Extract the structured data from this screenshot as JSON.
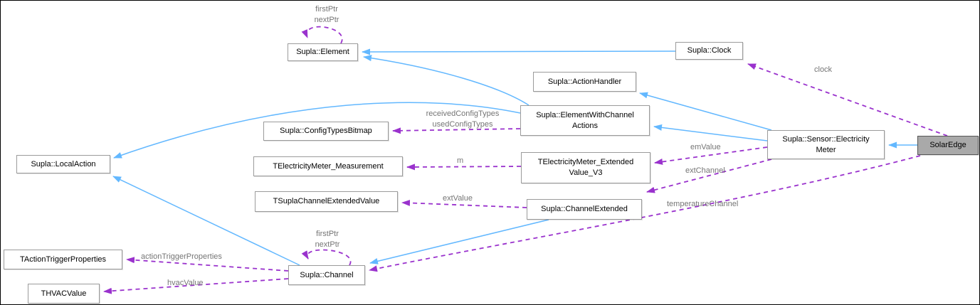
{
  "diagram_type": "collaboration-graph",
  "colors": {
    "canvas_bg": "#ffffff",
    "frame": "#000000",
    "node_bg": "#ffffff",
    "node_border": "#9b9b9b",
    "node_text": "#000000",
    "highlight_bg": "#a9a9a9",
    "highlight_border": "#565656",
    "inheritance_line": "#63b8ff",
    "usage_line": "#9a32cd",
    "edge_label": "#757575"
  },
  "nodes": {
    "element": {
      "label": "Supla::Element"
    },
    "clock": {
      "label": "Supla::Clock"
    },
    "action_handler": {
      "label": "Supla::ActionHandler"
    },
    "ewca": {
      "label": "Supla::ElementWithChannel\nActions"
    },
    "config_types_bitmap": {
      "label": "Supla::ConfigTypesBitmap"
    },
    "local_action": {
      "label": "Supla::LocalAction"
    },
    "em_measurement": {
      "label": "TElectricityMeter_Measurement"
    },
    "em_extended_v3": {
      "label": "TElectricityMeter_Extended\nValue_V3"
    },
    "t_supla_channel_extended_value": {
      "label": "TSuplaChannelExtendedValue"
    },
    "channel_extended": {
      "label": "Supla::ChannelExtended"
    },
    "electricity_meter": {
      "label": "Supla::Sensor::Electricity\nMeter"
    },
    "solar_edge": {
      "label": "SolarEdge"
    },
    "t_action_trigger_properties": {
      "label": "TActionTriggerProperties"
    },
    "thvac_value": {
      "label": "THVACValue"
    },
    "channel": {
      "label": "Supla::Channel"
    }
  },
  "edge_labels": {
    "element_loop": "firstPtr\nnextPtr",
    "clock": "clock",
    "config_types": "receivedConfigTypes\nusedConfigTypes",
    "m": "m",
    "em_value": "emValue",
    "ext_channel": "extChannel",
    "ext_value": "extValue",
    "temperature_channel": "temperatureChannel",
    "channel_loop": "firstPtr\nnextPtr",
    "action_trigger_properties": "actionTriggerProperties",
    "hvac_value": "hvacValue"
  }
}
